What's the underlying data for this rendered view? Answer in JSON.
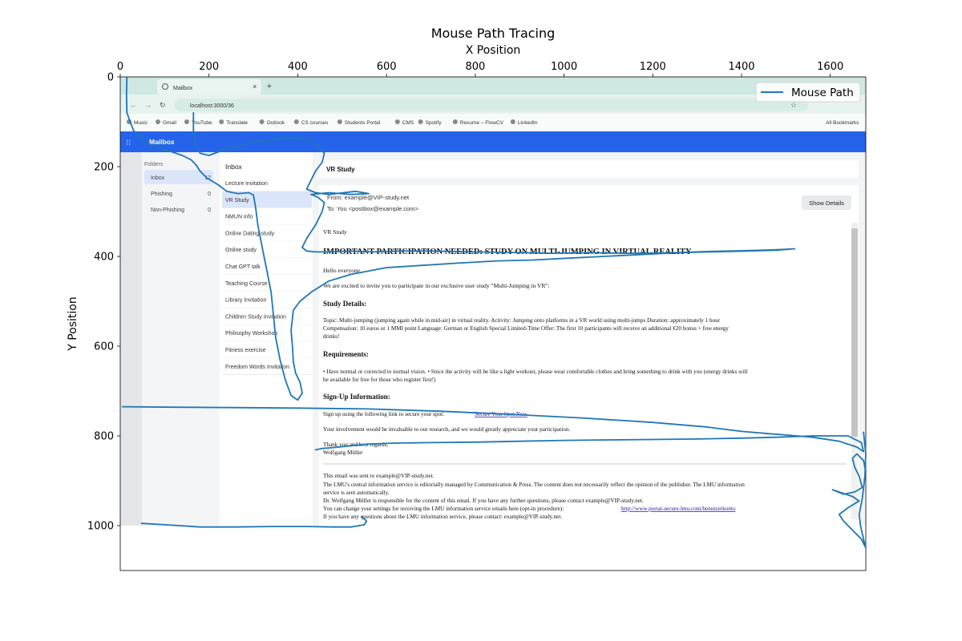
{
  "chart_data": {
    "type": "line",
    "title": "Mouse Path Tracing",
    "xlabel": "X Position",
    "ylabel": "Y Position",
    "x_ticks": [
      0,
      200,
      400,
      600,
      800,
      1000,
      1200,
      1400,
      1600
    ],
    "y_ticks": [
      0,
      200,
      400,
      600,
      800,
      1000
    ],
    "xlim": [
      0,
      1680
    ],
    "ylim": [
      1100,
      0
    ],
    "x_axis_position": "top",
    "y_inverted": true,
    "grid": false,
    "legend_position": "top-right",
    "series": [
      {
        "name": "Mouse Path",
        "color": "#1f77b4",
        "points": [
          [
            15,
            0
          ],
          [
            14,
            40
          ],
          [
            15,
            80
          ],
          [
            30,
            120
          ],
          [
            65,
            150
          ],
          [
            110,
            165
          ],
          [
            140,
            175
          ],
          [
            160,
            185
          ],
          [
            170,
            195
          ],
          [
            180,
            210
          ],
          [
            195,
            225
          ],
          [
            220,
            240
          ],
          [
            240,
            255
          ],
          [
            265,
            260
          ],
          [
            290,
            258
          ],
          [
            300,
            263
          ],
          [
            305,
            290
          ],
          [
            310,
            330
          ],
          [
            320,
            380
          ],
          [
            330,
            430
          ],
          [
            340,
            480
          ],
          [
            345,
            530
          ],
          [
            350,
            580
          ],
          [
            360,
            630
          ],
          [
            372,
            675
          ],
          [
            385,
            710
          ],
          [
            400,
            720
          ],
          [
            410,
            705
          ],
          [
            405,
            680
          ],
          [
            395,
            660
          ],
          [
            390,
            635
          ],
          [
            388,
            600
          ],
          [
            385,
            565
          ],
          [
            390,
            520
          ],
          [
            405,
            500
          ],
          [
            430,
            480
          ],
          [
            470,
            455
          ],
          [
            520,
            440
          ],
          [
            600,
            425
          ],
          [
            680,
            420
          ],
          [
            760,
            415
          ],
          [
            850,
            410
          ],
          [
            930,
            408
          ],
          [
            1010,
            404
          ],
          [
            1090,
            400
          ],
          [
            1170,
            396
          ],
          [
            1250,
            392
          ],
          [
            1330,
            390
          ],
          [
            1410,
            388
          ],
          [
            1480,
            386
          ],
          [
            1520,
            383
          ],
          [
            1480,
            385
          ],
          [
            1420,
            387
          ],
          [
            1330,
            389
          ],
          [
            1240,
            392
          ],
          [
            1150,
            393
          ],
          [
            1060,
            392
          ],
          [
            970,
            393
          ],
          [
            880,
            391
          ],
          [
            790,
            390
          ],
          [
            700,
            388
          ],
          [
            630,
            388
          ],
          [
            570,
            390
          ],
          [
            520,
            388
          ],
          [
            470,
            390
          ],
          [
            440,
            390
          ],
          [
            420,
            388
          ],
          [
            410,
            380
          ],
          [
            420,
            360
          ],
          [
            440,
            330
          ],
          [
            455,
            300
          ],
          [
            460,
            280
          ],
          [
            445,
            268
          ],
          [
            430,
            262
          ],
          [
            470,
            258
          ],
          [
            520,
            262
          ],
          [
            560,
            260
          ],
          [
            530,
            255
          ],
          [
            470,
            262
          ],
          [
            440,
            258
          ],
          [
            420,
            250
          ],
          [
            430,
            230
          ],
          [
            440,
            210
          ],
          [
            455,
            190
          ],
          [
            460,
            170
          ],
          [
            440,
            150
          ],
          [
            420,
            140
          ],
          [
            400,
            135
          ],
          [
            360,
            138
          ],
          [
            300,
            145
          ],
          [
            240,
            160
          ],
          [
            200,
            175
          ],
          [
            180,
            170
          ],
          [
            170,
            150
          ],
          [
            165,
            120
          ],
          [
            165,
            80
          ]
        ]
      },
      {
        "name": "",
        "color": "#1f77b4",
        "points": [
          [
            5,
            735
          ],
          [
            120,
            736
          ],
          [
            260,
            737
          ],
          [
            400,
            738
          ],
          [
            560,
            740
          ],
          [
            720,
            745
          ],
          [
            880,
            752
          ],
          [
            1040,
            760
          ],
          [
            1200,
            770
          ],
          [
            1320,
            780
          ],
          [
            1400,
            790
          ],
          [
            1460,
            795
          ],
          [
            1500,
            798
          ],
          [
            1560,
            803
          ],
          [
            1620,
            812
          ],
          [
            1660,
            825
          ],
          [
            1675,
            835
          ],
          [
            1670,
            815
          ],
          [
            1640,
            800
          ],
          [
            1600,
            800
          ],
          [
            1560,
            800
          ],
          [
            1480,
            803
          ],
          [
            1400,
            805
          ],
          [
            1300,
            807
          ],
          [
            1200,
            808
          ],
          [
            1100,
            809
          ],
          [
            1000,
            810
          ],
          [
            900,
            812
          ],
          [
            800,
            814
          ],
          [
            700,
            815
          ],
          [
            620,
            816
          ],
          [
            560,
            818
          ],
          [
            520,
            822
          ],
          [
            480,
            826
          ],
          [
            455,
            828
          ],
          [
            440,
            831
          ]
        ]
      },
      {
        "name": "",
        "color": "#1f77b4",
        "points": [
          [
            1675,
            792
          ],
          [
            1680,
            840
          ],
          [
            1678,
            890
          ],
          [
            1672,
            940
          ],
          [
            1665,
            975
          ],
          [
            1668,
            1000
          ],
          [
            1675,
            1030
          ],
          [
            1680,
            1050
          ],
          [
            1670,
            1030
          ],
          [
            1650,
            1010
          ],
          [
            1630,
            990
          ],
          [
            1620,
            975
          ],
          [
            1640,
            960
          ],
          [
            1665,
            945
          ],
          [
            1650,
            935
          ],
          [
            1620,
            925
          ],
          [
            1605,
            920
          ],
          [
            1630,
            930
          ],
          [
            1655,
            925
          ],
          [
            1672,
            915
          ],
          [
            1665,
            890
          ],
          [
            1655,
            870
          ],
          [
            1650,
            850
          ],
          [
            1660,
            840
          ],
          [
            1675,
            855
          ],
          [
            1680,
            880
          ]
        ]
      },
      {
        "name": "",
        "color": "#1f77b4",
        "points": [
          [
            48,
            995
          ],
          [
            100,
            998
          ],
          [
            180,
            1003
          ],
          [
            260,
            1003
          ],
          [
            340,
            1002
          ],
          [
            420,
            1002
          ],
          [
            480,
            1003
          ],
          [
            520,
            1003
          ],
          [
            550,
            998
          ],
          [
            555,
            990
          ],
          [
            545,
            980
          ]
        ]
      }
    ]
  },
  "screenshot": {
    "browser": {
      "tab_title": "Mailbox",
      "new_tab": "+",
      "close_tab": "×",
      "url": "localhost:3000/36",
      "bookmarks": [
        "Music",
        "Gmail",
        "YouTube",
        "Translate",
        "Outlook",
        "CS courses",
        "Students Portal",
        "CMS",
        "Spotify",
        "Resume – FlowCV",
        "LinkedIn"
      ],
      "all_bookmarks": "All Bookmarks"
    },
    "app_title": "Mailbox",
    "folders_label": "Folders",
    "folders": [
      {
        "name": "Inbox",
        "count": "12"
      },
      {
        "name": "Phishing",
        "count": "0"
      },
      {
        "name": "Non-Phishing",
        "count": "0"
      }
    ],
    "list_title": "Inbox",
    "emails": [
      "Lecture invitation",
      "VR Study",
      "NMUN info",
      "Online Dating study",
      "Online study",
      "Chat GPT talk",
      "Teaching Course",
      "Library Invitation",
      "Children Study Invitation",
      "Philisophy Workshop",
      "Fitness exercise",
      "Freedom Words Invitation"
    ],
    "selected_email": "VR Study",
    "email": {
      "subject": "VR Study",
      "from": "From: example@VIP-study.net",
      "to": "To: You <postbox@example.com>",
      "show_details": "Show Details",
      "preheader": "VR Study",
      "heading": "IMPORTANT PARTICIPATION NEEDED: STUDY ON MULTI-JUMPING IN VIRTUAL REALITY",
      "greeting": "Hello everyone,",
      "intro": "We are excited to invite you to participate in our exclusive user study \"Multi-Jumping in VR\":",
      "details_heading": "Study Details:",
      "details_1": "Topic: Multi-jumping (jumping again while in mid-air) in virtual reality. Activity: Jumping onto platforms in a VR world using multi-jumps Duration: approximately 1 hour",
      "details_2": "Compensation: 10 euros or 1 MMI point Language: German or English Special Limited-Time Offer: The first 10 participants will receive an additional €20 bonus + free energy",
      "details_3": "drinks!",
      "requirements_heading": "Requirements:",
      "requirements_1": "• Have normal or corrected to normal vision. • Since the activity will be like a light workout, please wear comfortable clothes and bring something to drink with you (energy drinks will",
      "requirements_2": "be available for free for those who register first!)",
      "signup_heading": "Sign-Up Information:",
      "signup_text": "Sign up using the following link to secure your spot:",
      "signup_link": "Secure Your Spot Now",
      "involvement": "Your involvement would be invaluable to our research, and we would greatly appreciate your participation.",
      "thanks": "Thank you and best regards,",
      "sign_name": "Wolfgang Müller",
      "footer_1": "This email was sent to example@VIP-study.net.",
      "footer_2": "The LMU's central information service is editorially managed by Communication & Press. The content does not necessarily reflect the opinion of the publisher. The LMU information",
      "footer_3": "service is sent automatically.",
      "footer_4": "Dr. Wolfgang Müller is responsible for the content of this email. If you have any further questions, please contact example@VIP-study.net.",
      "footer_5": "You can change your settings for receiving the LMU information service emails here (opt-in procedure):",
      "footer_link": "http://www.portal-secure-lmu.com/benutzerkonto",
      "footer_6": "If you have any questions about the LMU information service, please contact: example@VIP-study.net."
    }
  }
}
